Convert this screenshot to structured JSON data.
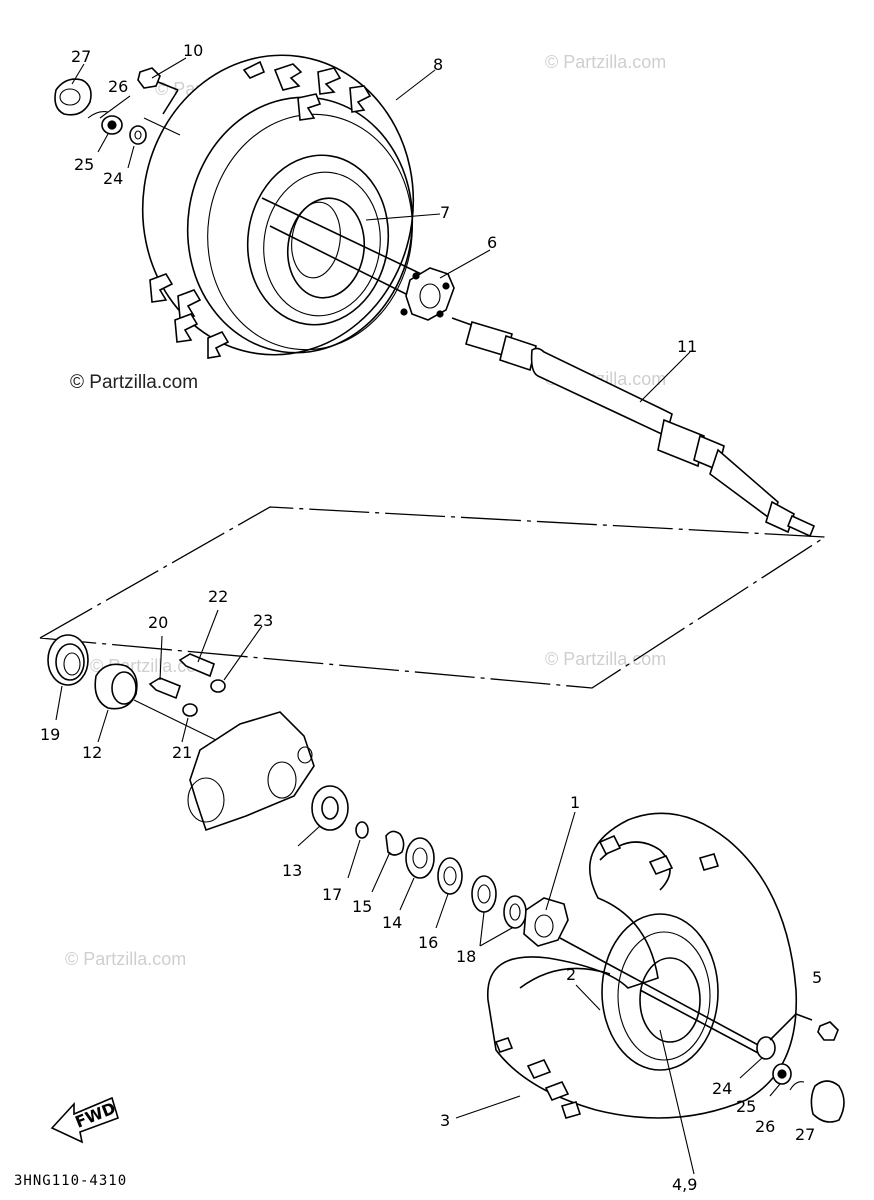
{
  "watermarks": [
    {
      "text": "© Partzilla.com"
    },
    {
      "text": "© Partzilla.com"
    },
    {
      "text": "© Partzilla.com"
    },
    {
      "text": "© Partzilla.com"
    },
    {
      "text": "© Partzilla.com"
    },
    {
      "text": "© Partzilla.com"
    },
    {
      "text": "© Partzilla.com"
    }
  ],
  "callouts": {
    "c1": "1",
    "c2": "2",
    "c3": "3",
    "c4_9": "4,9",
    "c5": "5",
    "c6": "6",
    "c7": "7",
    "c8": "8",
    "c10": "10",
    "c11": "11",
    "c12": "12",
    "c13": "13",
    "c14": "14",
    "c15": "15",
    "c16": "16",
    "c17": "17",
    "c18": "18",
    "c19": "19",
    "c20": "20",
    "c21": "21",
    "c22": "22",
    "c23": "23",
    "c24_top": "24",
    "c25_top": "25",
    "c26_top": "26",
    "c27_top": "27",
    "c24_bot": "24",
    "c25_bot": "25",
    "c26_bot": "26",
    "c27_bot": "27"
  },
  "fwd_label": "FWD",
  "diagram_code": "3HNG110-4310"
}
